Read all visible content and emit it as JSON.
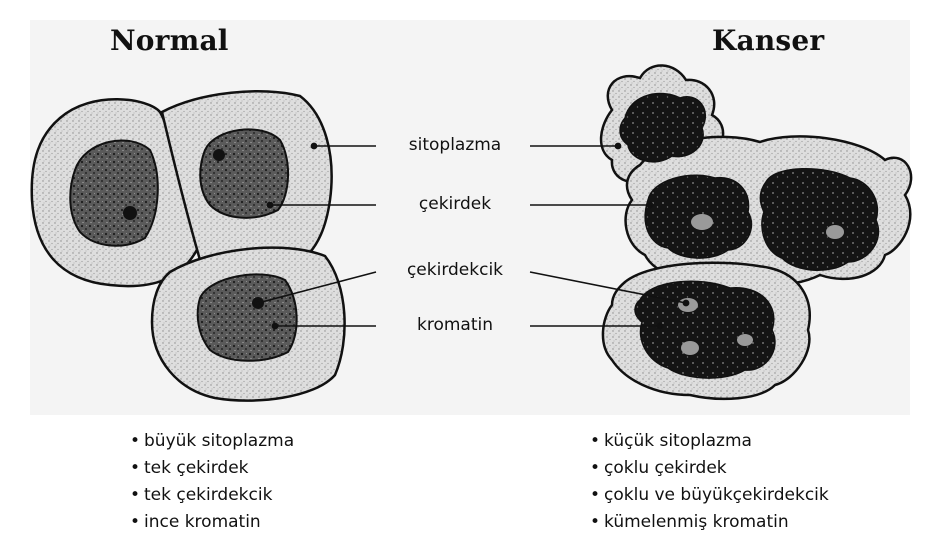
{
  "headings": {
    "normal": "Normal",
    "cancer": "Kanser"
  },
  "labels": {
    "cytoplasm": "sitoplazma",
    "nucleus": "çekirdek",
    "nucleolus": "çekirdekcik",
    "chromatin": "kromatin"
  },
  "normal_features": [
    "büyük sitoplazma",
    "tek çekirdek",
    "tek çekirdekcik",
    "ince kromatin"
  ],
  "cancer_features": [
    "küçük sitoplazma",
    "çoklu çekirdek",
    "çoklu ve büyükçekirdekcik",
    "kümelenmiş kromatin"
  ],
  "colors": {
    "cytoplasm": "#dcdcdc",
    "normal_nucleus": "#4d4d4d",
    "cancer_nucleus": "#141414",
    "outline": "#111111"
  }
}
